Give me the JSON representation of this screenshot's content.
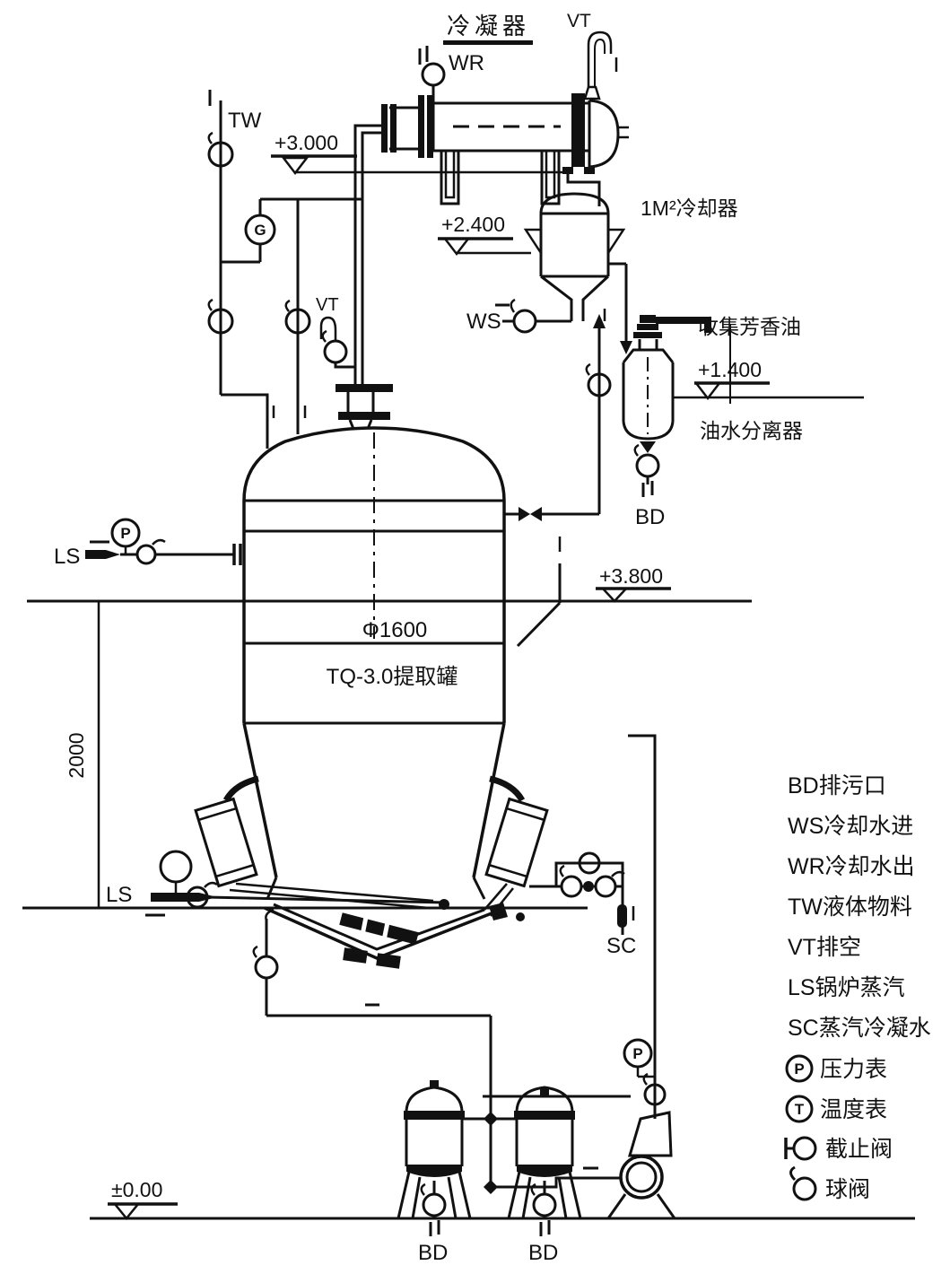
{
  "diagram": {
    "condenser_title": "冷凝器",
    "labels": {
      "wr": "WR",
      "vt_top": "VT",
      "tw": "TW",
      "vt_mid": "VT",
      "g": "G",
      "ws": "WS",
      "ls_upper": "LS",
      "p_upper": "P",
      "ls_lower": "LS",
      "sc": "SC",
      "p_pump": "P",
      "bd_sep": "BD",
      "bd_f1": "BD",
      "bd_f2": "BD"
    },
    "elevations": {
      "platform": "+3.000",
      "cooler": "+2.400",
      "separator": "+1.400",
      "floor": "+3.800",
      "ground": "±0.00"
    },
    "equipment": {
      "cooler": "1M²冷却器",
      "collect_oil": "收集芳香油",
      "separator": "油水分离器",
      "tank_diameter": "Φ1600",
      "tank_name": "TQ-3.0提取罐",
      "height_dim": "2000"
    },
    "legend": {
      "items": [
        {
          "label": "BD排污口"
        },
        {
          "label": "WS冷却水进"
        },
        {
          "label": "WR冷却水出"
        },
        {
          "label": "TW液体物料"
        },
        {
          "label": "VT排空"
        },
        {
          "label": "LS锅炉蒸汽"
        },
        {
          "label": "SC蒸汽冷凝水"
        },
        {
          "symbol": "P",
          "label": "压力表"
        },
        {
          "symbol": "T",
          "label": "温度表"
        },
        {
          "label": "截止阀"
        },
        {
          "label": "球阀"
        }
      ]
    }
  }
}
